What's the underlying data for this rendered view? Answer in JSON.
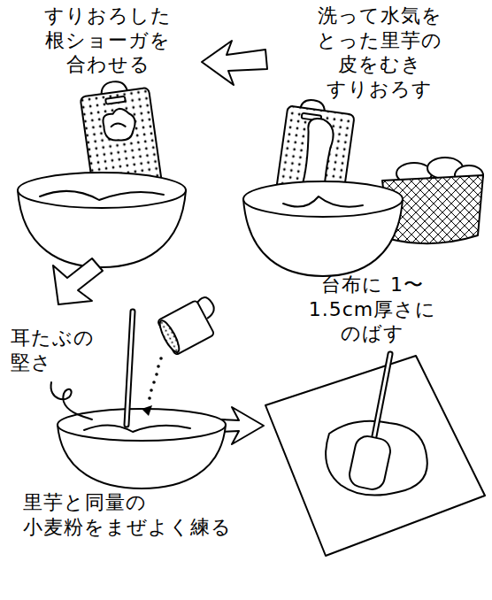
{
  "diagram": {
    "labels": [
      "すりおろした 根ショーガを 合わせる",
      "洗って水気を とった里芋の 皮をむき すりおろす",
      "耳たぶの 堅さ",
      "台布に 1〜1.5cm厚さに のばす",
      "里芋と同量の 小麦粉をまぜよく練る"
    ]
  }
}
